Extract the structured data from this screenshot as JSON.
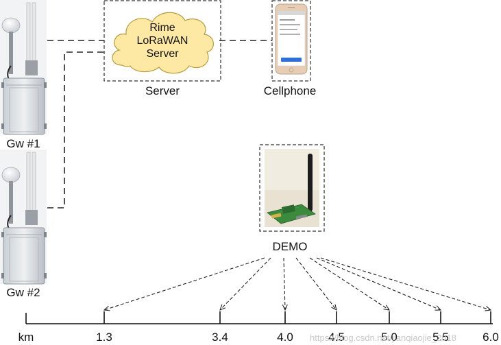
{
  "server": {
    "cloud_lines": [
      "Rime",
      "LoRaWAN",
      "Server"
    ],
    "caption": "Server"
  },
  "cellphone": {
    "caption": "Cellphone"
  },
  "gateways": [
    {
      "caption": "Gw #1"
    },
    {
      "caption": "Gw #2"
    }
  ],
  "demo": {
    "caption": "DEMO"
  },
  "scale": {
    "unit": "km",
    "ticks": [
      {
        "label": "1.3",
        "km": 1.3
      },
      {
        "label": "3.4",
        "km": 3.4
      },
      {
        "label": "4.0",
        "km": 4.0
      },
      {
        "label": "4.5",
        "km": 4.5
      },
      {
        "label": "5.0",
        "km": 5.0
      },
      {
        "label": "5.5",
        "km": 5.5
      },
      {
        "label": "6.0",
        "km": 6.0
      }
    ]
  },
  "watermark": "https://blog.csdn.net/jianqiaojie_2018",
  "colors": {
    "cloud_fill": "#fde9a3",
    "cloud_stroke": "#b89a3a",
    "line": "#222222",
    "gateway_body": "#d9dde2",
    "board": "#3b8a3e"
  },
  "icons": {
    "gateway": "gateway-device-icon",
    "phone": "smartphone-icon",
    "demo": "lora-board-icon"
  }
}
